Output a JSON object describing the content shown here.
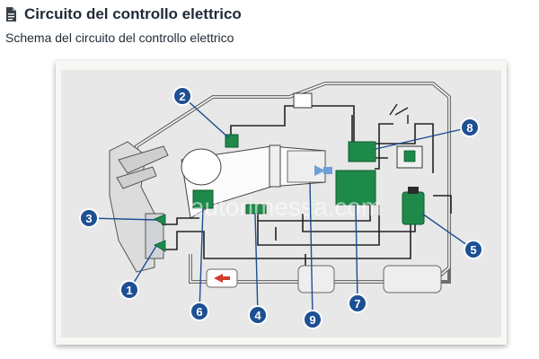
{
  "header": {
    "title": "Circuito del controllo elettrico",
    "icon": "document-icon"
  },
  "subtitle": "Schema del circuito del controllo elettrico",
  "figure": {
    "watermark": "autorimessa.com",
    "callouts": [
      "1",
      "2",
      "3",
      "4",
      "5",
      "6",
      "7",
      "8",
      "9"
    ],
    "colors": {
      "component": "#1e8a4a",
      "callout": "#1d4f93",
      "wire": "#222222"
    }
  }
}
